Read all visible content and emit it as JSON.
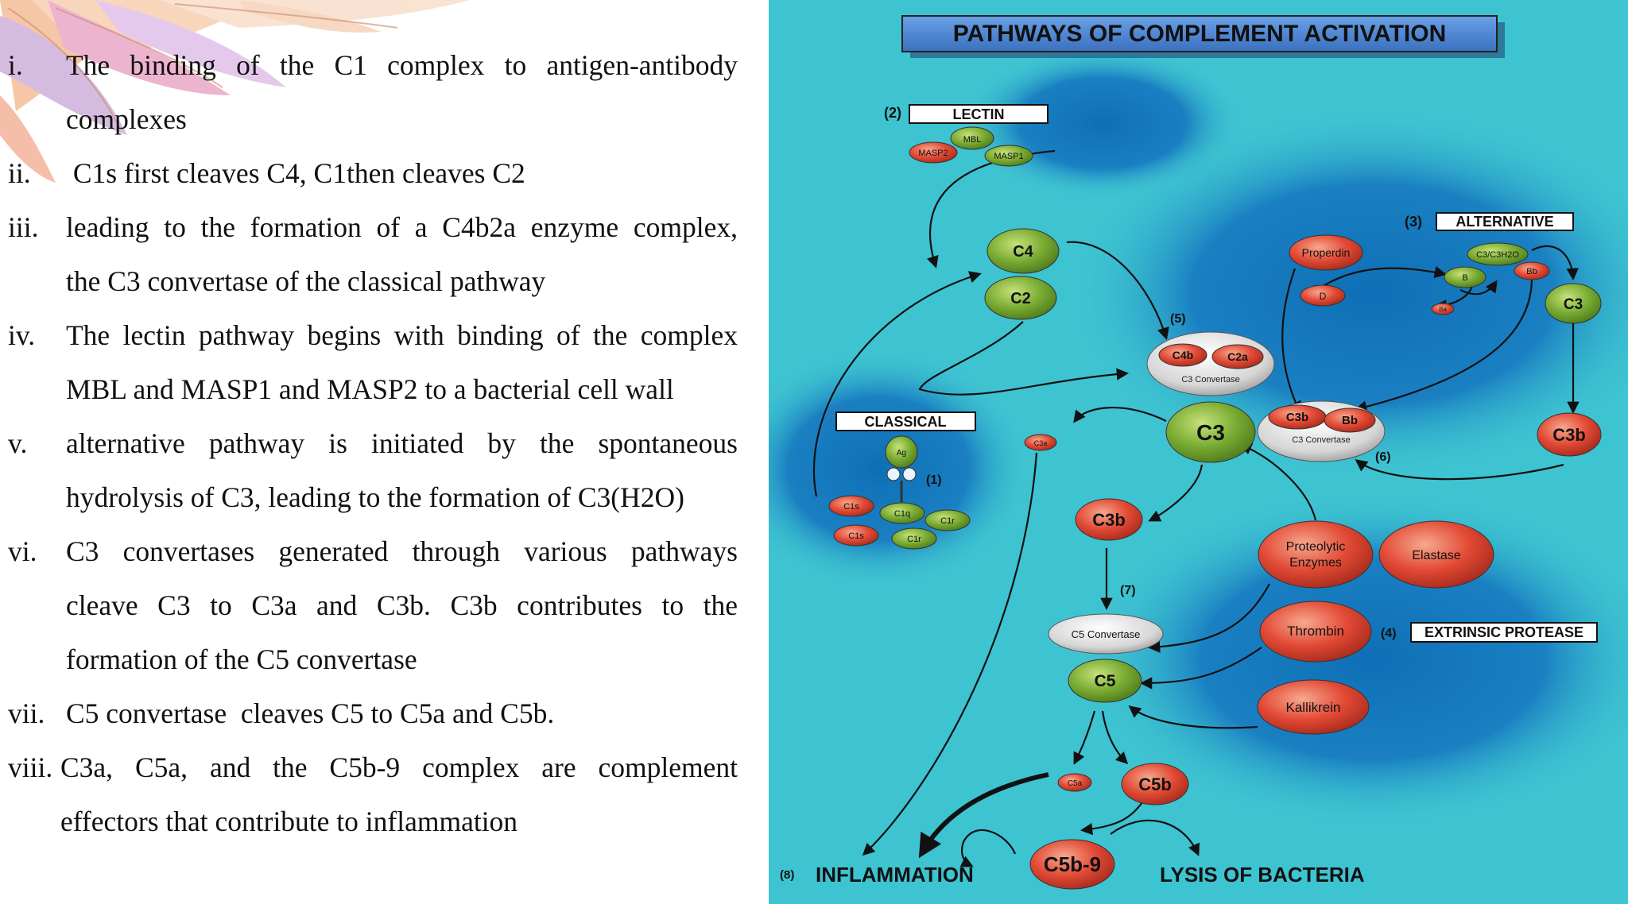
{
  "steps": [
    {
      "num": "i.",
      "lines": [
        "The binding of the C1 complex to antigen-antibody",
        "complexes"
      ]
    },
    {
      "num": "ii.",
      "lines": [
        " C1s first cleaves C4, C1then cleaves C2"
      ]
    },
    {
      "num": "iii.",
      "lines": [
        "leading to the formation of a C4b2a enzyme complex,",
        "the C3 convertase of the classical pathway"
      ]
    },
    {
      "num": "iv.",
      "lines": [
        "The lectin pathway begins with binding of the complex",
        "MBL and MASP1 and MASP2 to a bacterial cell wall"
      ]
    },
    {
      "num": "v.",
      "lines": [
        "alternative pathway is initiated by the spontaneous",
        "hydrolysis of C3, leading to the formation of C3(H2O)"
      ]
    },
    {
      "num": "vi.",
      "lines": [
        "C3 convertases generated through various pathways",
        "cleave C3 to C3a and C3b. C3b contributes to the",
        "formation of the C5 convertase"
      ]
    },
    {
      "num": "vii.",
      "lines": [
        "C5 convertase  cleaves C5 to C5a and C5b."
      ]
    },
    {
      "num": "viii.",
      "lines": [
        "C3a, C5a, and the C5b-9 complex are complement",
        "effectors that contribute to inflammation"
      ]
    }
  ],
  "diagram": {
    "title": "PATHWAYS OF COMPLEMENT ACTIVATION",
    "lectin": {
      "num": "(2)",
      "label": "LECTIN",
      "mbl": "MBL",
      "masp2": "MASP2",
      "masp1": "MASP1"
    },
    "alternative": {
      "num": "(3)",
      "label": "ALTERNATIVE",
      "properdin": "Properdin",
      "d": "D",
      "c3h2o": "C3/C3H2O",
      "b": "B",
      "bb": "Bb",
      "ba": "Ba",
      "c3": "C3",
      "c3b": "C3b"
    },
    "classical": {
      "num": "(1)",
      "label": "CLASSICAL",
      "ag": "Ag",
      "c1q": "C1q",
      "c1s_a": "C1s",
      "c1s_b": "C1s",
      "c1r_a": "C1r",
      "c1r_b": "C1r"
    },
    "c4": "C4",
    "c2": "C2",
    "conv5": {
      "num": "(5)",
      "c4b": "C4b",
      "c2a": "C2a",
      "label": "C3 Convertase"
    },
    "c3": "C3",
    "c3a": "C3a",
    "conv6": {
      "num": "(6)",
      "c3b": "C3b",
      "bb": "Bb",
      "label": "C3 Convertase"
    },
    "c3b_mid": "C3b",
    "step7": "(7)",
    "c5conv": "C5 Convertase",
    "c5": "C5",
    "c5a": "C5a",
    "c5b": "C5b",
    "c5b9": "C5b-9",
    "extrinsic": {
      "num": "(4)",
      "label": "EXTRINSIC PROTEASE",
      "proteolytic1": "Proteolytic",
      "proteolytic2": "Enzymes",
      "elastase": "Elastase",
      "thrombin": "Thrombin",
      "kallikrein": "Kallikrein"
    },
    "step8": "(8)",
    "inflammation": "INFLAMMATION",
    "lysis": "LYSIS OF BACTERIA",
    "colors": {
      "background": "#3ec3d1",
      "blob": "#1a7fc0",
      "red": "#e24a35",
      "green": "#7aac33",
      "title_box": "#4c86d3"
    }
  }
}
